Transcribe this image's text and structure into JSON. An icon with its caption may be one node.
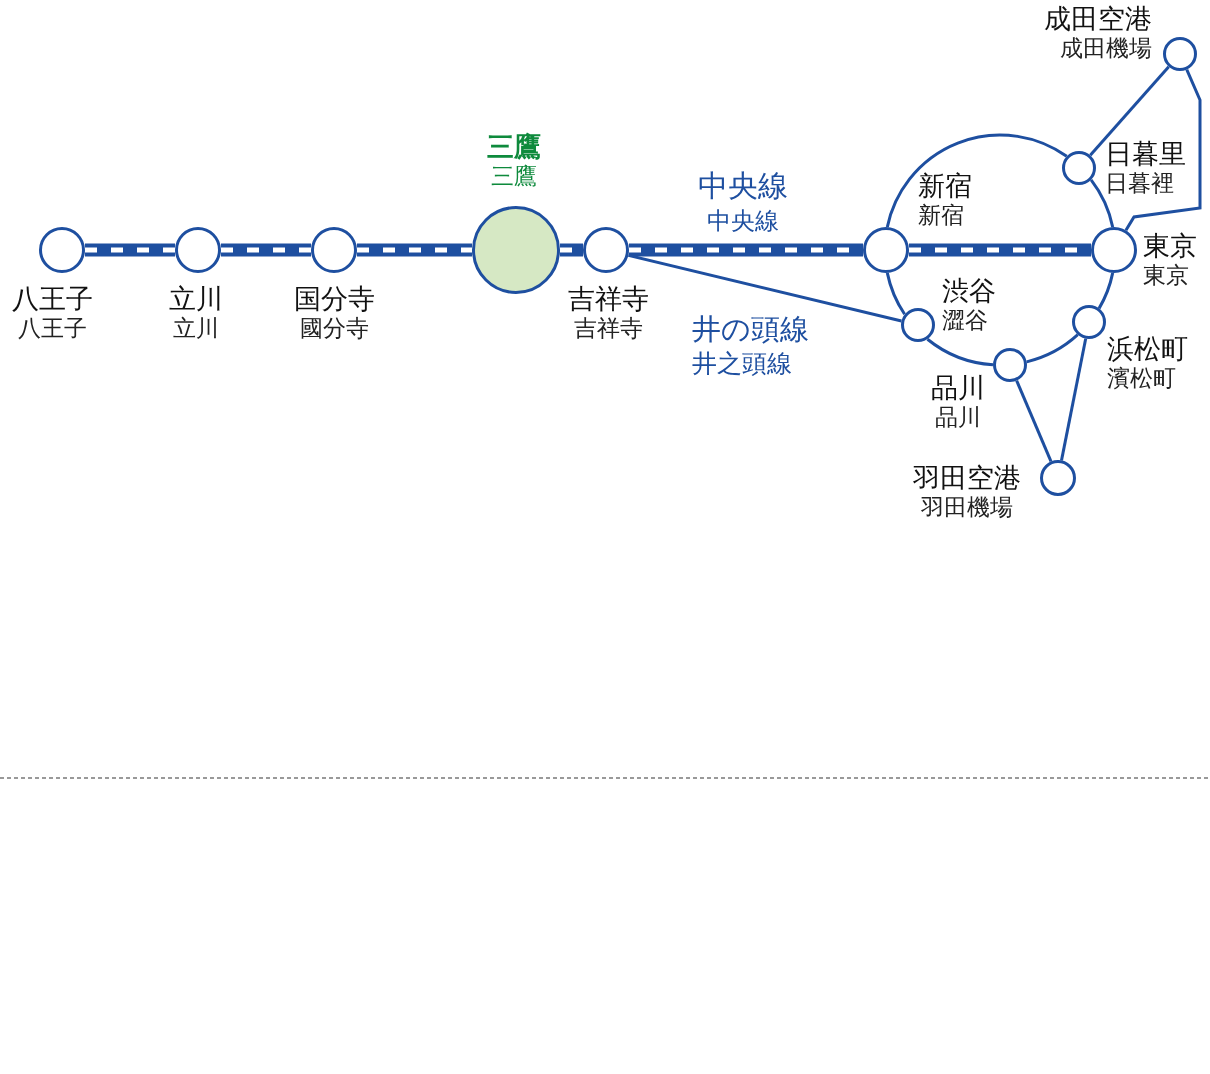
{
  "diagram": {
    "nodes": [
      {
        "text": [
          "八王子",
          "八王子"
        ]
      },
      {
        "text": [
          "立川",
          "立川"
        ]
      },
      {
        "text": [
          "国分寺",
          "國分寺"
        ]
      },
      {
        "text": [
          "三鷹",
          "三鷹"
        ]
      },
      {
        "text": [
          "吉祥寺",
          "吉祥寺"
        ]
      },
      {
        "text": [
          "新宿",
          "新宿"
        ]
      },
      {
        "text": [
          "成田空港",
          "成田機場"
        ]
      },
      {
        "text": [
          "日暮里",
          "日暮裡"
        ]
      },
      {
        "text": [
          "東京",
          "東京"
        ]
      },
      {
        "text": [
          "渋谷",
          "澀谷"
        ]
      },
      {
        "text": [
          "浜松町",
          "濱松町"
        ]
      },
      {
        "text": [
          "品川",
          "品川"
        ]
      },
      {
        "text": [
          "羽田空港",
          "羽田機場"
        ]
      }
    ],
    "edges": [
      {
        "from": 0,
        "to": 1,
        "arrow": "none",
        "style": "thick"
      },
      {
        "from": 1,
        "to": 2,
        "arrow": "none",
        "style": "thick"
      },
      {
        "from": 2,
        "to": 3,
        "arrow": "none",
        "style": "thick"
      },
      {
        "from": 3,
        "to": 4,
        "arrow": "none",
        "style": "thick"
      },
      {
        "from": 4,
        "to": 5,
        "arrow": "none",
        "style": "thick"
      },
      {
        "from": 5,
        "to": 8,
        "arrow": "none",
        "style": "thick"
      },
      {
        "from": 4,
        "to": 9,
        "arrow": "none"
      },
      {
        "from": 5,
        "to": 7,
        "arrow": "none"
      },
      {
        "from": 7,
        "to": 8,
        "arrow": "none"
      },
      {
        "from": 8,
        "to": 10,
        "arrow": "none"
      },
      {
        "from": 10,
        "to": 11,
        "arrow": "none"
      },
      {
        "from": 11,
        "to": 9,
        "arrow": "none"
      },
      {
        "from": 9,
        "to": 5,
        "arrow": "none"
      },
      {
        "from": 6,
        "to": 7,
        "arrow": "none"
      },
      {
        "from": 6,
        "to": 8,
        "arrow": "none"
      },
      {
        "from": 11,
        "to": 12,
        "arrow": "none"
      },
      {
        "from": 12,
        "to": 10,
        "arrow": "none"
      }
    ],
    "labels": [
      "中央線",
      "中央線",
      "井の頭線",
      "井之頭線"
    ]
  }
}
